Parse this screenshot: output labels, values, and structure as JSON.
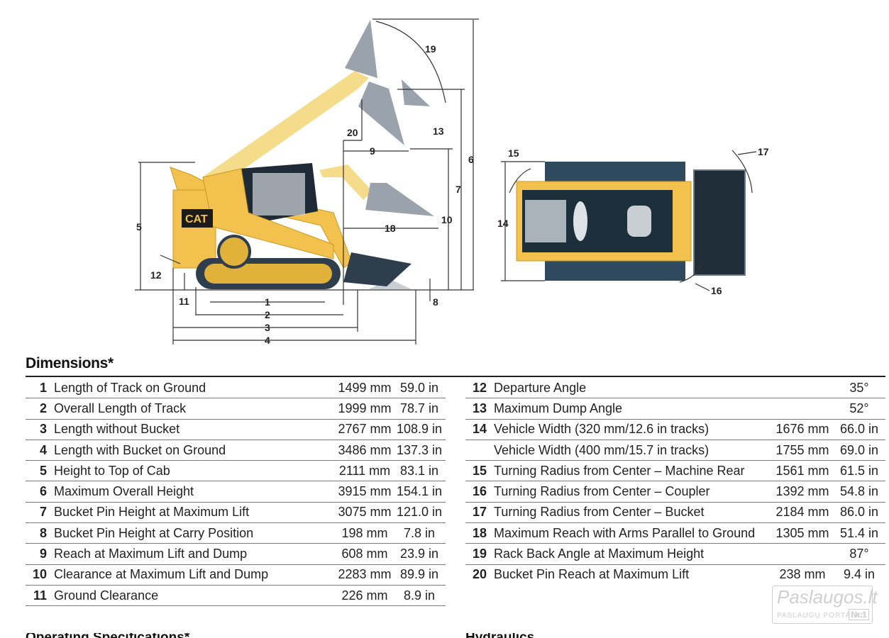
{
  "diagram": {
    "side_labels": [
      "1",
      "2",
      "3",
      "4",
      "5",
      "6",
      "7",
      "8",
      "9",
      "10",
      "11",
      "12",
      "13",
      "18",
      "19",
      "20"
    ],
    "top_labels": [
      "14",
      "15",
      "16",
      "17"
    ],
    "brand_badge": "CAT"
  },
  "section_title": "Dimensions*",
  "left_rows": [
    {
      "num": "1",
      "label": "Length of Track on Ground",
      "mm": "1499 mm",
      "inch": "59.0 in"
    },
    {
      "num": "2",
      "label": "Overall Length of Track",
      "mm": "1999 mm",
      "inch": "78.7 in"
    },
    {
      "num": "3",
      "label": "Length without Bucket",
      "mm": "2767 mm",
      "inch": "108.9 in"
    },
    {
      "num": "4",
      "label": "Length with Bucket on Ground",
      "mm": "3486 mm",
      "inch": "137.3 in"
    },
    {
      "num": "5",
      "label": "Height to Top of Cab",
      "mm": "2111 mm",
      "inch": "83.1 in"
    },
    {
      "num": "6",
      "label": "Maximum Overall Height",
      "mm": "3915 mm",
      "inch": "154.1 in"
    },
    {
      "num": "7",
      "label": "Bucket Pin Height at Maximum Lift",
      "mm": "3075 mm",
      "inch": "121.0 in"
    },
    {
      "num": "8",
      "label": "Bucket Pin Height at Carry Position",
      "mm": "198 mm",
      "inch": "7.8 in"
    },
    {
      "num": "9",
      "label": "Reach at Maximum Lift and Dump",
      "mm": "608 mm",
      "inch": "23.9 in"
    },
    {
      "num": "10",
      "label": "Clearance at Maximum Lift and Dump",
      "mm": "2283 mm",
      "inch": "89.9 in"
    },
    {
      "num": "11",
      "label": "Ground Clearance",
      "mm": "226 mm",
      "inch": "8.9 in"
    }
  ],
  "right_rows": [
    {
      "num": "12",
      "label": "Departure Angle",
      "mm": "",
      "inch": "35°"
    },
    {
      "num": "13",
      "label": "Maximum Dump Angle",
      "mm": "",
      "inch": "52°"
    },
    {
      "num": "14",
      "label": "Vehicle Width (320 mm/12.6 in tracks)",
      "mm": "1676 mm",
      "inch": "66.0 in"
    },
    {
      "num": "",
      "label": "Vehicle Width (400 mm/15.7 in tracks)",
      "mm": "1755 mm",
      "inch": "69.0 in"
    },
    {
      "num": "15",
      "label": "Turning Radius from Center – Machine Rear",
      "mm": "1561 mm",
      "inch": "61.5 in"
    },
    {
      "num": "16",
      "label": "Turning Radius from Center – Coupler",
      "mm": "1392 mm",
      "inch": "54.8 in"
    },
    {
      "num": "17",
      "label": "Turning Radius from Center – Bucket",
      "mm": "2184 mm",
      "inch": "86.0 in"
    },
    {
      "num": "18",
      "label": "Maximum Reach with Arms Parallel to Ground",
      "mm": "1305 mm",
      "inch": "51.4 in"
    },
    {
      "num": "19",
      "label": "Rack Back Angle at Maximum Height",
      "mm": "",
      "inch": "87°"
    },
    {
      "num": "20",
      "label": "Bucket Pin Reach at Maximum Lift",
      "mm": "238 mm",
      "inch": "9.4 in"
    }
  ],
  "bottom_headings": [
    "Operating Specifications*",
    "Hydraulics"
  ],
  "watermark": {
    "main": "Paslaugos.lt",
    "sub": "PASLAUGŲ PORTALAS",
    "nr": "Nr.1"
  },
  "colors": {
    "machine_yellow": "#f2c14e",
    "arm_light": "#f5dc8a",
    "bucket_grey": "#9aa2ab",
    "track_dark": "#2f3e4d",
    "rule": "#7a7a7a"
  }
}
